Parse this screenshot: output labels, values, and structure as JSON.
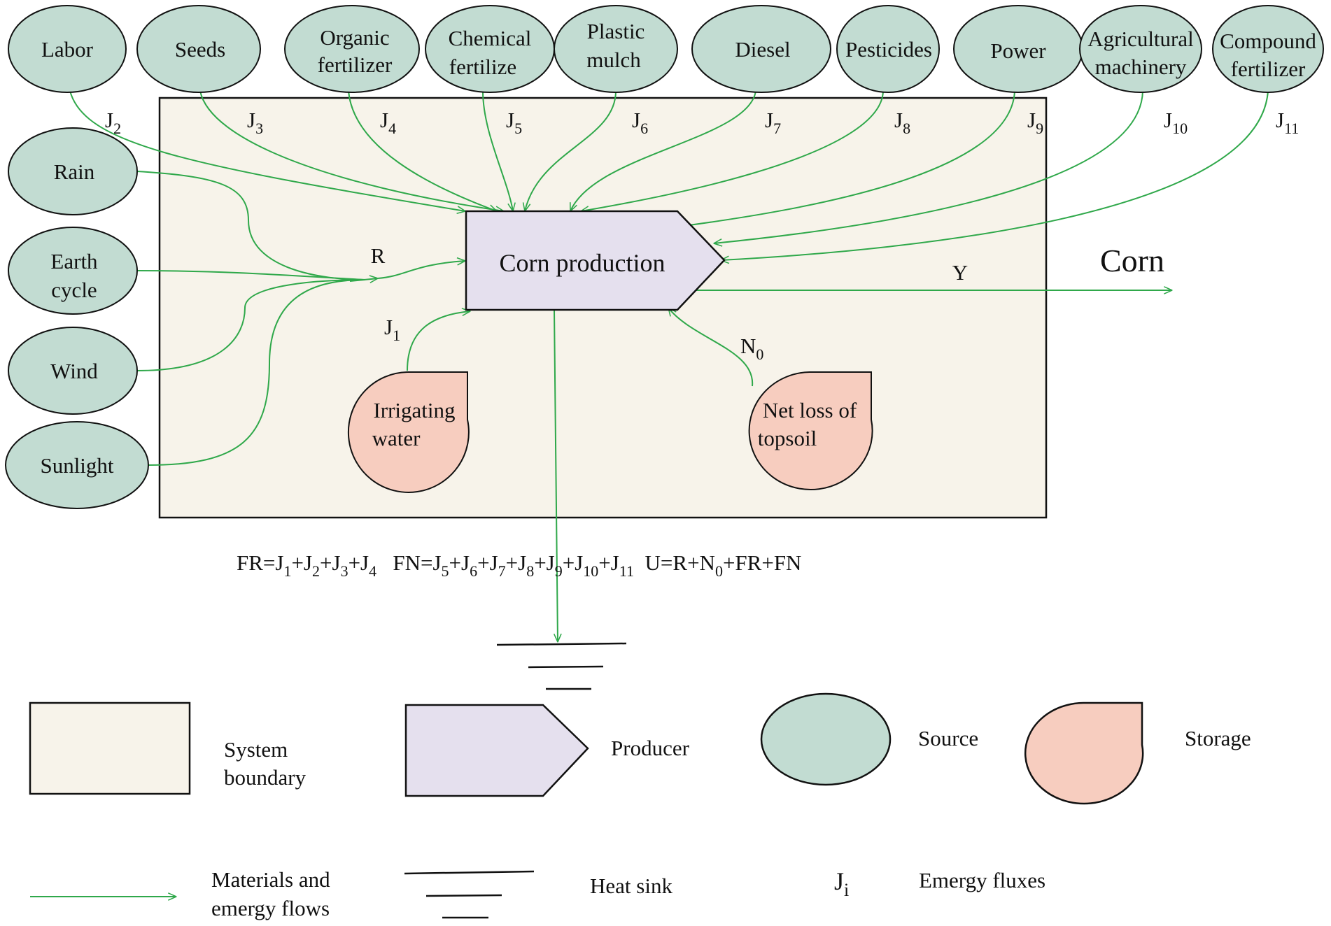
{
  "colors": {
    "flow": "#2fa84a",
    "boundary_fill": "#f7f3ea",
    "producer_fill": "#e5e0ee",
    "source_fill": "#c2dcd2",
    "storage_fill": "#f7cdbf",
    "outline": "#111111"
  },
  "sources_top": [
    {
      "id": "labor",
      "lines": [
        "Labor"
      ],
      "flux": "J",
      "flux_sub": "2"
    },
    {
      "id": "seeds",
      "lines": [
        "Seeds"
      ],
      "flux": "J",
      "flux_sub": "3"
    },
    {
      "id": "organic-fertilizer",
      "lines": [
        "Organic",
        "fertilizer"
      ],
      "flux": "J",
      "flux_sub": "4"
    },
    {
      "id": "chemical-fertilizer",
      "lines": [
        "Chemical",
        "fertilize"
      ],
      "flux": "J",
      "flux_sub": "5"
    },
    {
      "id": "plastic-mulch",
      "lines": [
        "Plastic",
        "mulch"
      ],
      "flux": "J",
      "flux_sub": "6"
    },
    {
      "id": "diesel",
      "lines": [
        "Diesel"
      ],
      "flux": "J",
      "flux_sub": "7"
    },
    {
      "id": "pesticides",
      "lines": [
        "Pesticides"
      ],
      "flux": "J",
      "flux_sub": "8"
    },
    {
      "id": "power",
      "lines": [
        "Power"
      ],
      "flux": "J",
      "flux_sub": "9"
    },
    {
      "id": "agricultural-machinery",
      "lines": [
        "Agricultural",
        "machinery"
      ],
      "flux": "J",
      "flux_sub": "10"
    },
    {
      "id": "compound-fertilizer",
      "lines": [
        "Compound",
        "fertilizer"
      ],
      "flux": "J",
      "flux_sub": "11"
    }
  ],
  "sources_left": [
    {
      "id": "rain",
      "lines": [
        "Rain"
      ]
    },
    {
      "id": "earth-cycle",
      "lines": [
        "Earth",
        "cycle"
      ]
    },
    {
      "id": "wind",
      "lines": [
        "Wind"
      ]
    },
    {
      "id": "sunlight",
      "lines": [
        "Sunlight"
      ]
    }
  ],
  "producer": {
    "label": "Corn production"
  },
  "renewable_label": "R",
  "output": {
    "flux": "Y",
    "label": "Corn"
  },
  "storages": [
    {
      "id": "irrigating-water",
      "lines": [
        "Irrigating",
        "water"
      ],
      "flux": "J",
      "flux_sub": "1"
    },
    {
      "id": "net-loss-of-topsoil",
      "lines": [
        "Net loss of",
        "topsoil"
      ],
      "flux": "N",
      "flux_sub": "0"
    }
  ],
  "formula": [
    {
      "t": "FR=J"
    },
    {
      "t": "1",
      "sub": true
    },
    {
      "t": "+J"
    },
    {
      "t": "2",
      "sub": true
    },
    {
      "t": "+J"
    },
    {
      "t": "3",
      "sub": true
    },
    {
      "t": "+J"
    },
    {
      "t": "4",
      "sub": true
    },
    {
      "t": "   FN=J"
    },
    {
      "t": "5",
      "sub": true
    },
    {
      "t": "+J"
    },
    {
      "t": "6",
      "sub": true
    },
    {
      "t": "+J"
    },
    {
      "t": "7",
      "sub": true
    },
    {
      "t": "+J"
    },
    {
      "t": "8",
      "sub": true
    },
    {
      "t": "+J"
    },
    {
      "t": "9",
      "sub": true
    },
    {
      "t": "+J"
    },
    {
      "t": "10",
      "sub": true
    },
    {
      "t": "+J"
    },
    {
      "t": "11",
      "sub": true
    },
    {
      "t": "  U=R+N"
    },
    {
      "t": "0",
      "sub": true
    },
    {
      "t": "+FR+FN"
    }
  ],
  "legend": {
    "boundary": [
      "System",
      "boundary"
    ],
    "producer": "Producer",
    "source": "Source",
    "storage": "Storage",
    "flows": [
      "Materials and",
      "emergy flows"
    ],
    "heat_sink": "Heat sink",
    "flux_symbol": "J",
    "flux_symbol_sub": "i",
    "fluxes": "Emergy fluxes"
  }
}
